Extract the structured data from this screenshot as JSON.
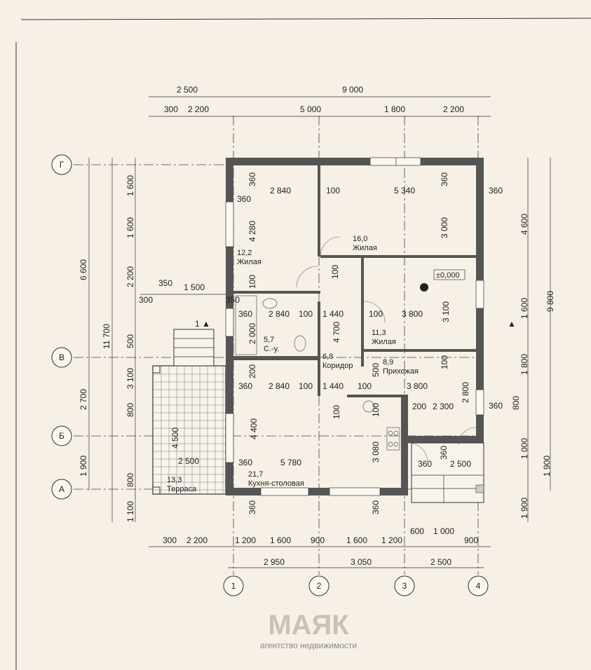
{
  "title": "Floor plan",
  "colors": {
    "paper": "#f6f0e6",
    "wall": "#555555",
    "line": "#333333"
  },
  "axes": {
    "columns": [
      "1",
      "2",
      "3",
      "4"
    ],
    "rows": [
      "Г",
      "В",
      "Б",
      "А"
    ]
  },
  "dims": {
    "top_outer": [
      "2 500",
      "9 000"
    ],
    "top_inner": [
      "300",
      "2 200",
      "5 000",
      "1 800",
      "2 200"
    ],
    "bottom_inner": [
      "300",
      "2 200",
      "1 200",
      "1 600",
      "900",
      "1 600",
      "1 200",
      "600",
      "1 000",
      "900"
    ],
    "bottom_outer": [
      "2 950",
      "3 050",
      "2 500"
    ],
    "left_outer": [
      "6 600",
      "2 700",
      "1 900"
    ],
    "left_total": [
      "11 700"
    ],
    "left_inner": [
      "1 600",
      "1 600",
      "2 200",
      "500",
      "3 100",
      "800",
      "800",
      "1 100"
    ],
    "left_misc": [
      "300",
      "350",
      "1 500",
      "350"
    ],
    "right_inner": [
      "4 600",
      "1 600",
      "1 800",
      "800",
      "1 000",
      "1 900"
    ],
    "right_total": [
      "9 800",
      "1 900"
    ],
    "right_misc": [
      "360",
      "360"
    ],
    "interior": [
      "360",
      "2 840",
      "360",
      "4 280",
      "100",
      "100",
      "5 340",
      "360",
      "3 000",
      "100",
      "360",
      "2 840",
      "100",
      "1 440",
      "2 000",
      "4 700",
      "100",
      "3 800",
      "3 100",
      "100",
      "500",
      "200",
      "360",
      "2 840",
      "100",
      "1 440",
      "100",
      "3 800",
      "100",
      "100",
      "200",
      "2 300",
      "2 800",
      "4 400",
      "3 080",
      "360",
      "5 780",
      "360",
      "360",
      "360",
      "360",
      "2 500",
      "4 500",
      "2 500"
    ]
  },
  "rooms": [
    {
      "area": "12,2",
      "name": "Жилая"
    },
    {
      "area": "16,0",
      "name": "Жилая"
    },
    {
      "area": "11,3",
      "name": "Жилая"
    },
    {
      "area": "5,7",
      "name": "С.-у."
    },
    {
      "area": "6,8",
      "name": "Коридор"
    },
    {
      "area": "8,9",
      "name": "Прихожая"
    },
    {
      "area": "21,7",
      "name": "Кухня-столовая"
    },
    {
      "area": "13,3",
      "name": "Терраса"
    }
  ],
  "level_mark": "±0,000",
  "section_marks": [
    "1 ▲",
    "▲"
  ],
  "watermark": {
    "logo": "МАЯК",
    "tagline": "агентство недвижимости"
  }
}
